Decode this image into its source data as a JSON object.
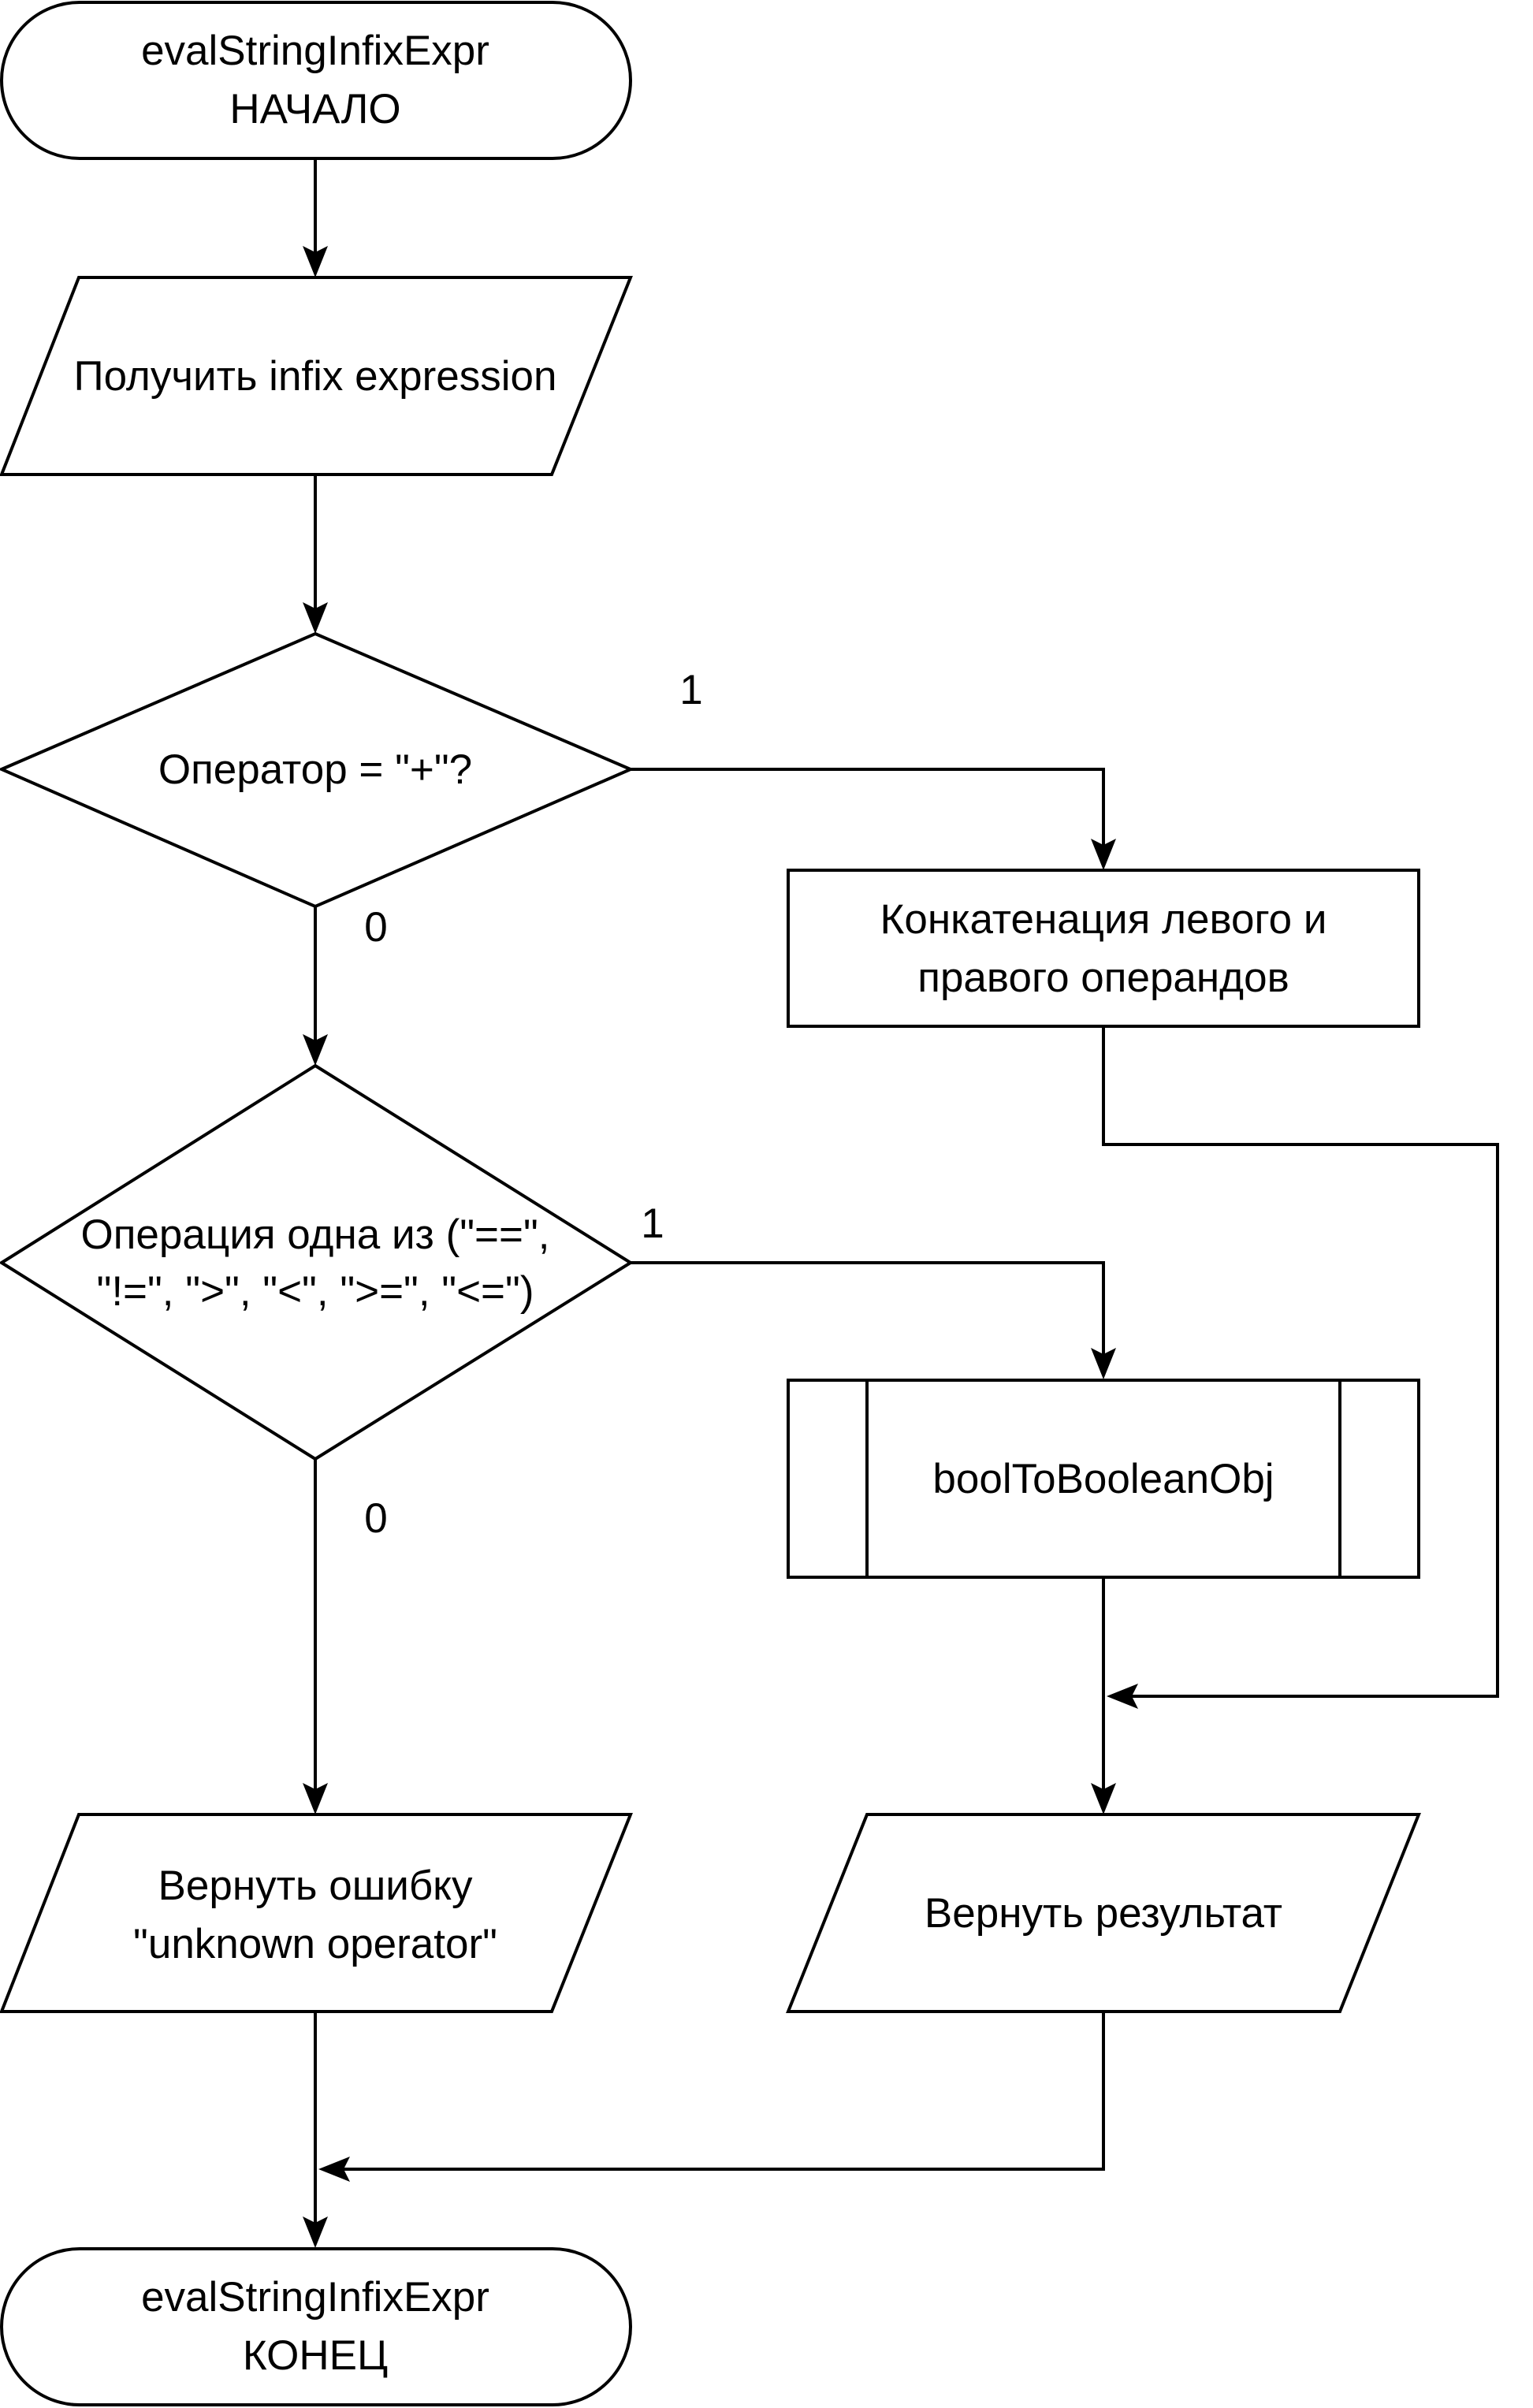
{
  "diagram": {
    "nodes": {
      "start": {
        "line1": "evalStringInfixExpr",
        "line2": "НАЧАЛО"
      },
      "input": {
        "text": "Получить infix expression"
      },
      "decision_plus": {
        "text": "Оператор = \"+\"?"
      },
      "concat": {
        "line1": "Конкатенация левого и",
        "line2": "правого операндов"
      },
      "decision_compare": {
        "line1": "Операция одна из (\"==\",",
        "line2": "\"!=\", \">\", \"<\", \">=\", \"<=\")"
      },
      "bool_sub": {
        "text": "boolToBooleanObj"
      },
      "error_out": {
        "line1": "Вернуть ошибку",
        "line2": "\"unknown operator\""
      },
      "result_out": {
        "text": "Вернуть результат"
      },
      "end": {
        "line1": "evalStringInfixExpr",
        "line2": "КОНЕЦ"
      }
    },
    "edge_labels": {
      "plus_yes": "1",
      "plus_no": "0",
      "compare_yes": "1",
      "compare_no": "0"
    }
  }
}
